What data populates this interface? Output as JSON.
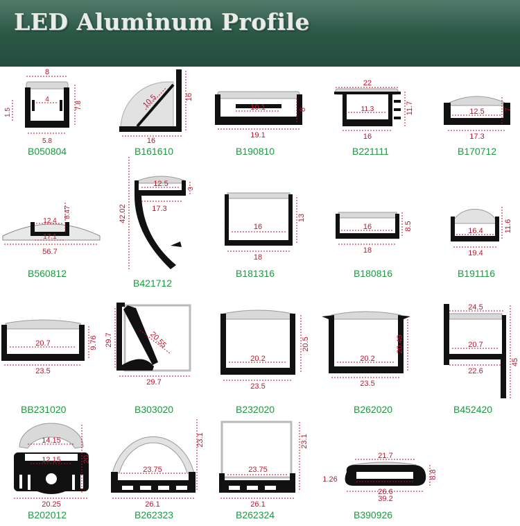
{
  "title": "LED Aluminum Profile",
  "colors": {
    "header": "#2a5646",
    "code": "#1a9b3f",
    "dimension": "#c8102e",
    "profile": "#111111",
    "diffuser": "#d9d9d9"
  },
  "profiles": [
    {
      "code": "B050804",
      "dims": {
        "top": "8",
        "mid": "4",
        "bottom": "5.8",
        "left": "1.5",
        "right": "7.8"
      }
    },
    {
      "code": "B161610",
      "dims": {
        "diag": "10.5",
        "right": "16",
        "bottom": "16"
      }
    },
    {
      "code": "B190810",
      "dims": {
        "mid": "10.1",
        "bottom": "19.1",
        "right": "8"
      }
    },
    {
      "code": "B221111",
      "dims": {
        "top": "22",
        "mid": "11.3",
        "bottom": "16",
        "right": "11.7"
      }
    },
    {
      "code": "B170712",
      "dims": {
        "mid": "12.5",
        "bottom": "17.3",
        "right": "7"
      }
    },
    {
      "code": "B560812",
      "dims": {
        "mid": "12.4",
        "right": "8.47",
        "inner": "17.1",
        "bottom": "56.7"
      }
    },
    {
      "code": "B421712",
      "dims": {
        "mid": "12.5",
        "right": "3",
        "bottom": "17.3",
        "left": "42.02"
      }
    },
    {
      "code": "B181316",
      "dims": {
        "mid": "16",
        "bottom": "18",
        "right": "13"
      }
    },
    {
      "code": "B180816",
      "dims": {
        "mid": "16",
        "bottom": "18",
        "right": "8.5"
      }
    },
    {
      "code": "B191116",
      "dims": {
        "mid": "16.4",
        "bottom": "19.4",
        "right": "11.6"
      }
    },
    {
      "code": "BB231020",
      "dims": {
        "mid": "20.7",
        "bottom": "23.5",
        "right": "9.76"
      }
    },
    {
      "code": "B303020",
      "dims": {
        "left": "29.7",
        "diag": "20.55",
        "bottom": "29.7"
      }
    },
    {
      "code": "B232020",
      "dims": {
        "mid": "20.2",
        "bottom": "23.5",
        "right": "20.5"
      }
    },
    {
      "code": "B262020",
      "dims": {
        "mid": "20.2",
        "bottom": "23.5",
        "right": "20.49"
      }
    },
    {
      "code": "B452420",
      "dims": {
        "top": "24.5",
        "mid": "20.7",
        "bottom": "22.6",
        "right": "45"
      }
    },
    {
      "code": "B202012",
      "dims": {
        "top": "14.15",
        "mid": "12.15",
        "bottom": "20.25",
        "right": "20"
      }
    },
    {
      "code": "B262323",
      "dims": {
        "mid": "23.75",
        "bottom": "26.1",
        "right": "23.1"
      }
    },
    {
      "code": "B262324",
      "dims": {
        "mid": "23.75",
        "bottom": "26.1",
        "right": "23.1"
      }
    },
    {
      "code": "B390926",
      "dims": {
        "top": "21.7",
        "left": "1.26",
        "mid": "26.6",
        "bottom": "39.2",
        "right": "8.8"
      }
    }
  ]
}
